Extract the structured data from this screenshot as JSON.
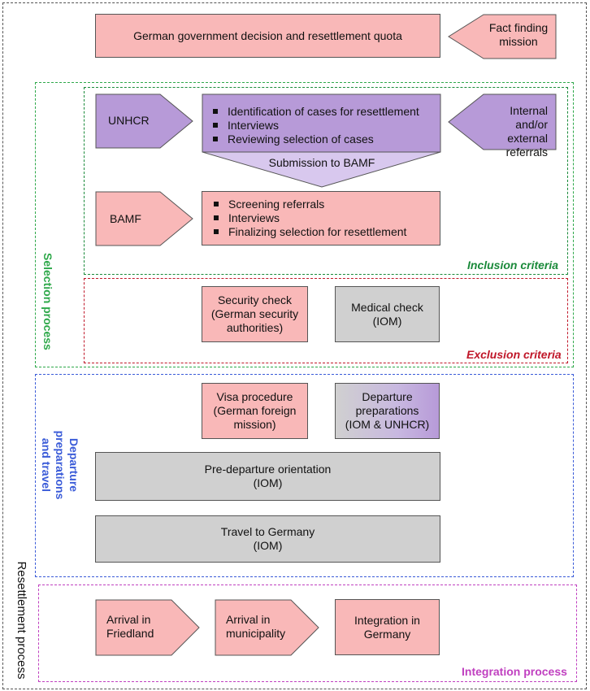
{
  "colors": {
    "pink": "#f9b8b8",
    "gray": "#d0d0d0",
    "purple": "#b79ad8",
    "lavender": "#d8c8ee",
    "resettlement_border": "#555555",
    "selection_border": "#2ea84a",
    "inclusion_border": "#1a8a3a",
    "exclusion_border": "#c0182a",
    "departure_border": "#3a5bd8",
    "integration_border": "#c040c0"
  },
  "sections": {
    "resettlement_label": "Resettlement process",
    "selection_label": "Selection process",
    "inclusion_label": "Inclusion criteria",
    "exclusion_label": "Exclusion criteria",
    "departure_label_1": "Departure preparations",
    "departure_label_2": "and travel",
    "integration_label": "Integration process"
  },
  "top": {
    "decision": "German government decision and resettlement quota",
    "fact_finding_1": "Fact finding",
    "fact_finding_2": "mission"
  },
  "unhcr": {
    "actor": "UNHCR",
    "bullets": [
      "Identification of cases for resettlement",
      "Interviews",
      "Reviewing selection of cases"
    ],
    "referrals_1": "Internal",
    "referrals_2": "and/or external",
    "referrals_3": "referrals",
    "submission": "Submission to BAMF"
  },
  "bamf": {
    "actor": "BAMF",
    "bullets": [
      "Screening referrals",
      "Interviews",
      "Finalizing selection for resettlement"
    ]
  },
  "exclusion": {
    "security_1": "Security check",
    "security_2": "(German security",
    "security_3": "authorities)",
    "medical_1": "Medical check",
    "medical_2": "(IOM)"
  },
  "departure": {
    "visa_1": "Visa procedure",
    "visa_2": "(German foreign",
    "visa_3": "mission)",
    "prep_1": "Departure",
    "prep_2": "preparations",
    "prep_3": "(IOM & UNHCR)",
    "orientation_1": "Pre-departure orientation",
    "orientation_2": "(IOM)",
    "travel_1": "Travel to Germany",
    "travel_2": "(IOM)"
  },
  "integration": {
    "friedland_1": "Arrival in",
    "friedland_2": "Friedland",
    "municipality_1": "Arrival in",
    "municipality_2": "municipality",
    "germany_1": "Integration in",
    "germany_2": "Germany"
  }
}
